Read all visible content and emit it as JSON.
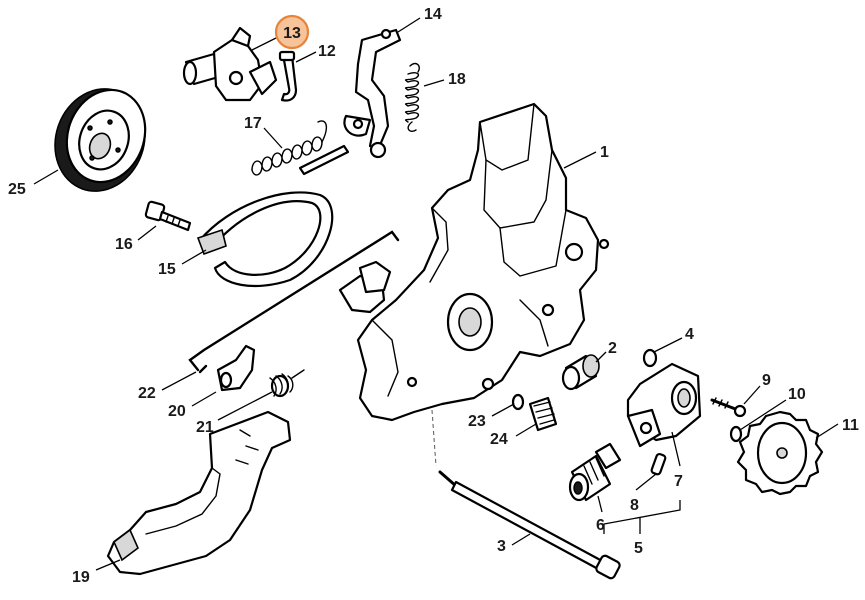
{
  "callouts": [
    {
      "id": "c1",
      "label": "1"
    },
    {
      "id": "c2",
      "label": "2"
    },
    {
      "id": "c3",
      "label": "3"
    },
    {
      "id": "c4",
      "label": "4"
    },
    {
      "id": "c5",
      "label": "5"
    },
    {
      "id": "c6",
      "label": "6"
    },
    {
      "id": "c7",
      "label": "7"
    },
    {
      "id": "c8",
      "label": "8"
    },
    {
      "id": "c9",
      "label": "9"
    },
    {
      "id": "c10",
      "label": "10"
    },
    {
      "id": "c11",
      "label": "11"
    },
    {
      "id": "c12",
      "label": "12"
    },
    {
      "id": "c13",
      "label": "13",
      "highlighted": true
    },
    {
      "id": "c14",
      "label": "14"
    },
    {
      "id": "c15",
      "label": "15"
    },
    {
      "id": "c16",
      "label": "16"
    },
    {
      "id": "c17",
      "label": "17"
    },
    {
      "id": "c18",
      "label": "18"
    },
    {
      "id": "c19",
      "label": "19"
    },
    {
      "id": "c20",
      "label": "20"
    },
    {
      "id": "c21",
      "label": "21"
    },
    {
      "id": "c22",
      "label": "22"
    },
    {
      "id": "c23",
      "label": "23"
    },
    {
      "id": "c24",
      "label": "24"
    },
    {
      "id": "c25",
      "label": "25"
    }
  ],
  "colors": {
    "highlight_fill": "#f6c39a",
    "highlight_stroke": "#e8833a",
    "line": "#000000",
    "label": "#1a1a1a"
  }
}
